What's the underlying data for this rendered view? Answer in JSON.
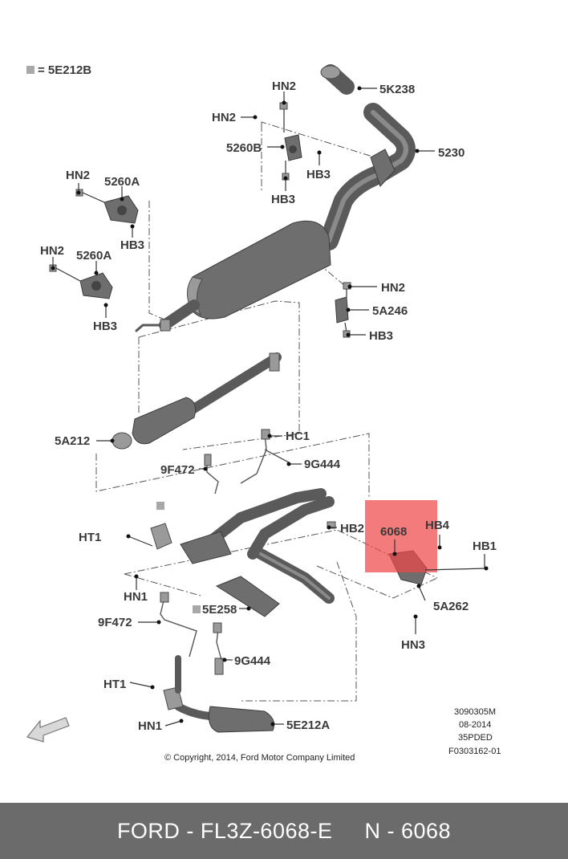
{
  "legend": {
    "text": "= 5E212B",
    "swatch_color": "#a8a8a8"
  },
  "labels": {
    "hn2_top": "HN2",
    "k238": "5K238",
    "hn2_left_top": "HN2",
    "b5230": "5230",
    "b5260b": "5260B",
    "hb3_top_right": "HB3",
    "hb3_top": "HB3",
    "hn2_a1": "HN2",
    "a5260_1": "5260A",
    "hb3_a1": "HB3",
    "hn2_a2": "HN2",
    "a5260_2": "5260A",
    "hb3_a2": "HB3",
    "hn2_right": "HN2",
    "a246": "5A246",
    "hb3_right": "HB3",
    "a212": "5A212",
    "hc1": "HC1",
    "f472_top": "9F472",
    "g444_top": "9G444",
    "hb2": "HB2",
    "n6068": "6068",
    "hb4": "HB4",
    "hb1": "HB1",
    "ht1_top": "HT1",
    "hn1_top": "HN1",
    "e258": "5E258",
    "a262": "5A262",
    "f472_bot": "9F472",
    "hn3": "HN3",
    "g444_bot": "9G444",
    "ht1_bot": "HT1",
    "hn1_bot": "HN1",
    "e212a": "5E212A"
  },
  "info_block": [
    "3090305M",
    "08-2014",
    "35PDED",
    "F0303162-01"
  ],
  "copyright": "© Copyright, 2014, Ford Motor Company Limited",
  "highlight": {
    "color": "#f04848",
    "part": "6068"
  },
  "footer": {
    "text": "FORD - FL3Z-6068-E     N - 6068"
  }
}
